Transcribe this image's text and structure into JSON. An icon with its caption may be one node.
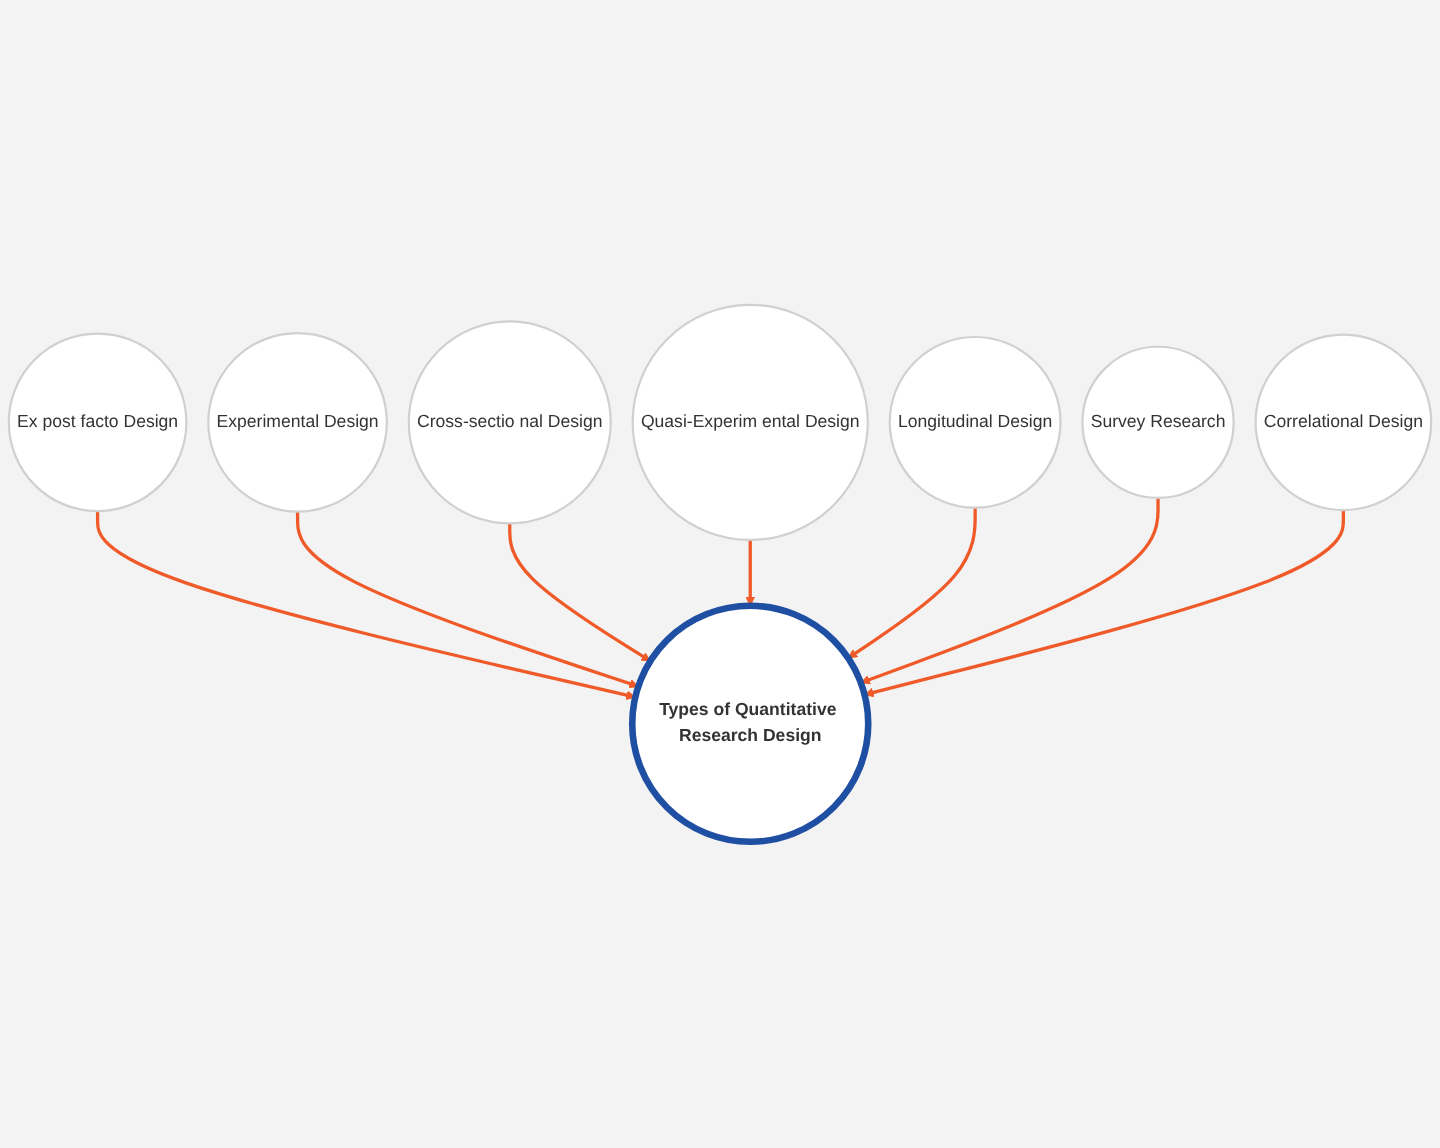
{
  "diagram": {
    "nodes": [
      {
        "text": [
          "Ex post facto Design"
        ]
      },
      {
        "text": [
          "Experimental Design"
        ]
      },
      {
        "text": [
          "Types of Quantitative Research Design"
        ]
      },
      {
        "text": [
          "Cross-sectio nal Design"
        ]
      },
      {
        "text": [
          "Quasi-Experim ental Design"
        ]
      },
      {
        "text": [
          "Longitudinal Design"
        ]
      },
      {
        "text": [
          "Survey Research"
        ]
      },
      {
        "text": [
          "Correlational Design"
        ]
      }
    ],
    "edges": [
      {
        "from": 0,
        "to": 2,
        "arrow": "to"
      },
      {
        "from": 1,
        "to": 2,
        "arrow": "to"
      },
      {
        "from": 3,
        "to": 2,
        "arrow": "to"
      },
      {
        "from": 4,
        "to": 2,
        "arrow": "to"
      },
      {
        "from": 5,
        "to": 2,
        "arrow": "to"
      },
      {
        "from": 6,
        "to": 2,
        "arrow": "to"
      },
      {
        "from": 7,
        "to": 2,
        "arrow": "to"
      }
    ]
  }
}
